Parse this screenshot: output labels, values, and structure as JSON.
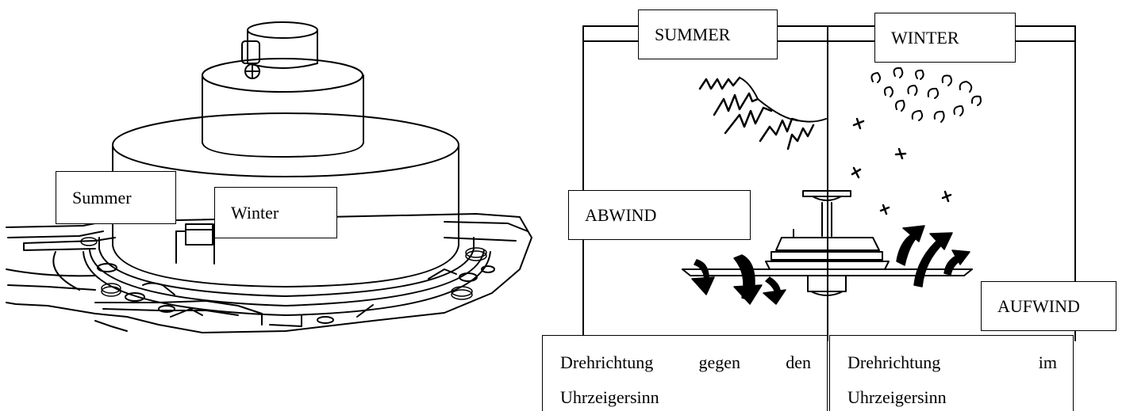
{
  "left_diagram": {
    "label_summer": "Summer",
    "label_winter": "Winter"
  },
  "right_diagram": {
    "header_summer": "SUMMER",
    "header_winter": "WINTER",
    "label_abwind": "ABWIND",
    "label_aufwind": "AUFWIND",
    "caption_summer": {
      "words_line1": [
        "Drehrichtung",
        "gegen",
        "den"
      ],
      "line2": "Uhrzeigersinn"
    },
    "caption_winter": {
      "words_line1": [
        "Drehrichtung",
        "im"
      ],
      "line2": "Uhrzeigersinn"
    }
  }
}
